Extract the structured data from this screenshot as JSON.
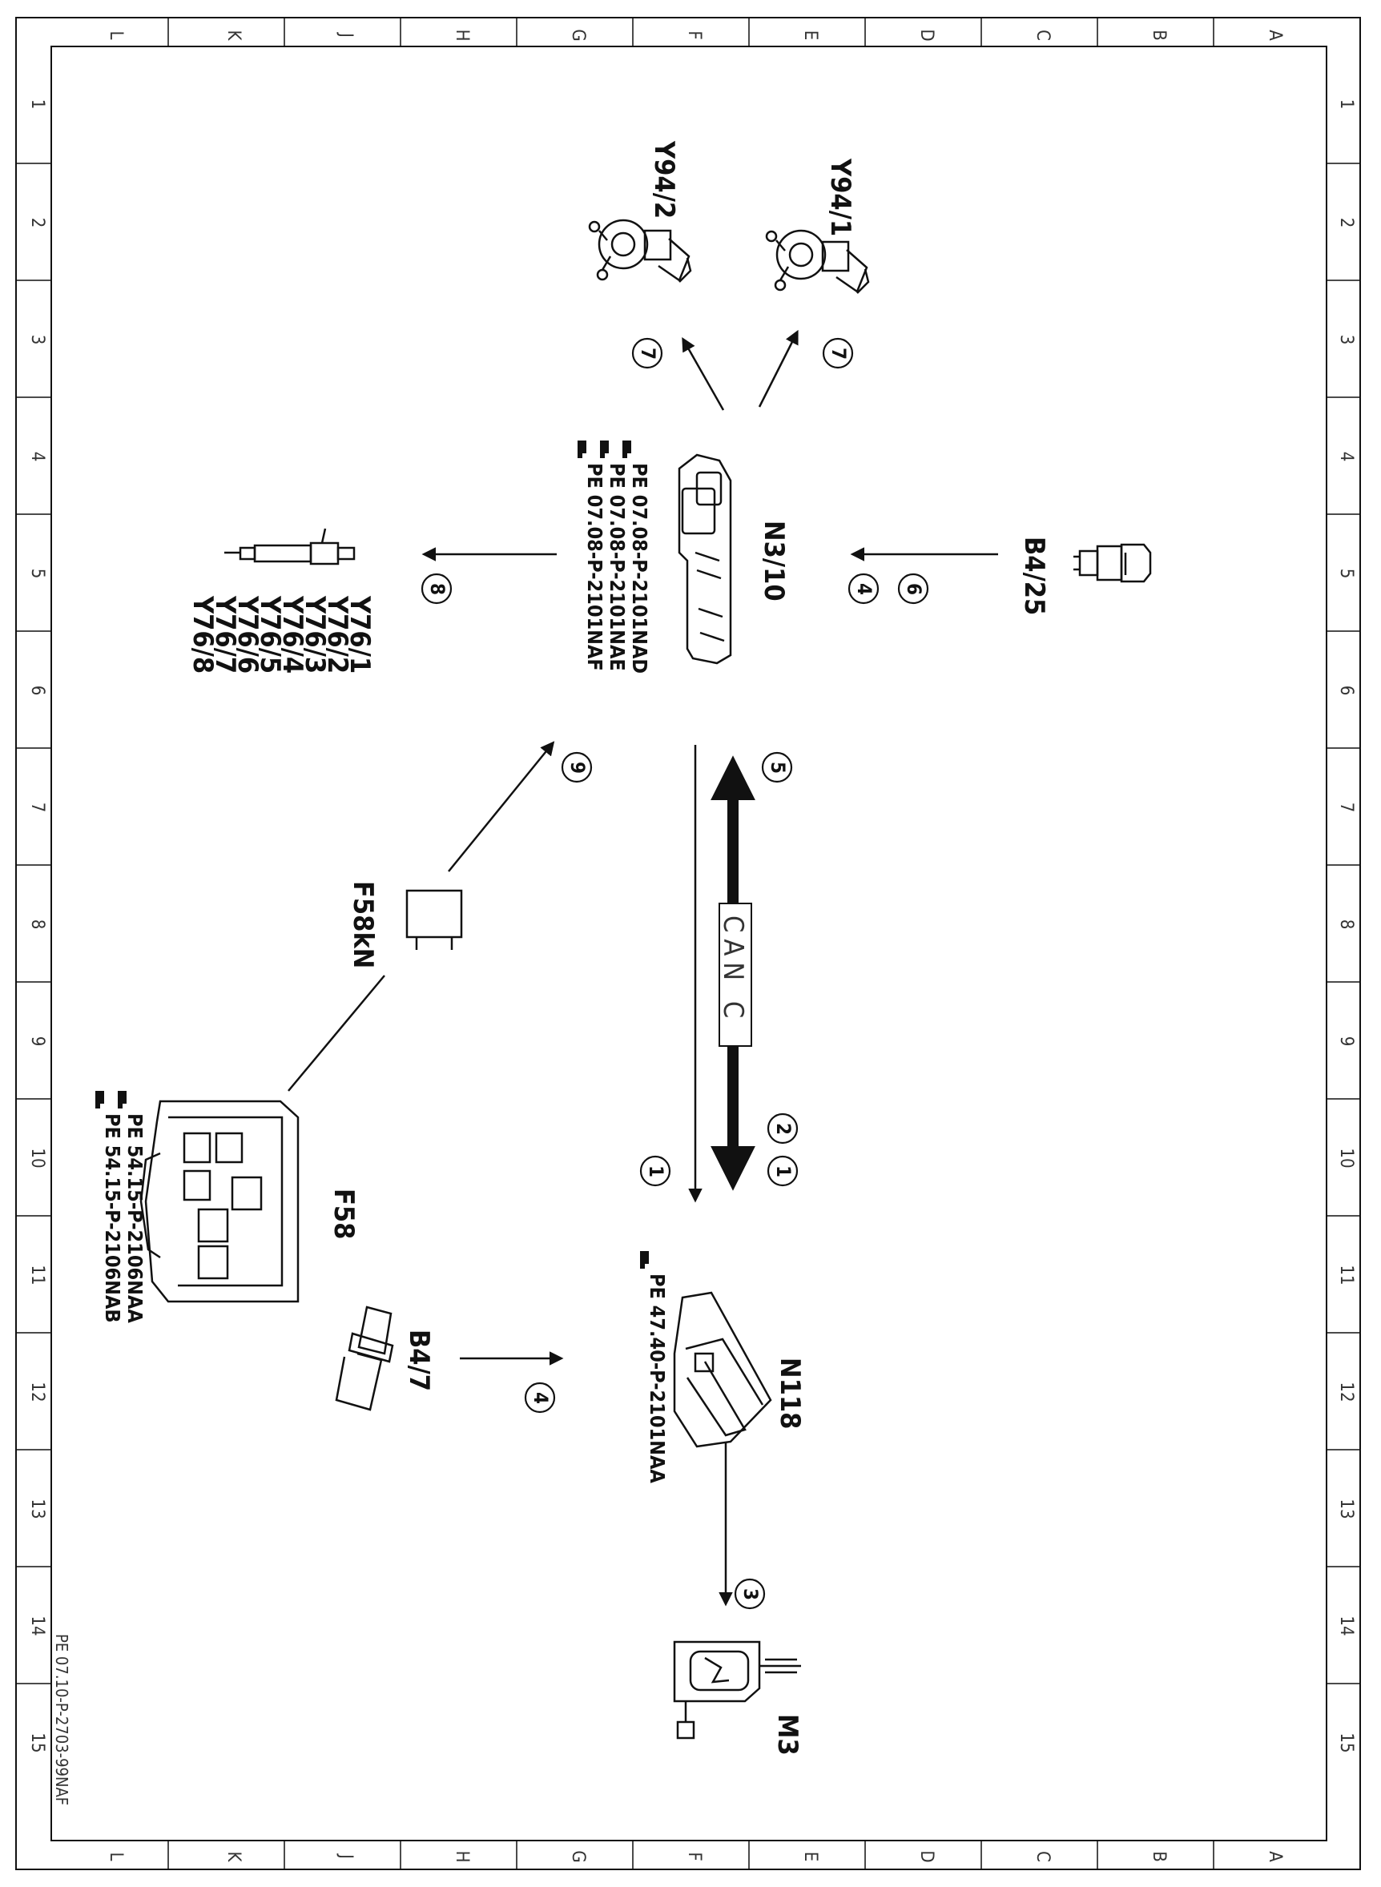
{
  "grid": {
    "columns": [
      "L",
      "K",
      "J",
      "H",
      "G",
      "F",
      "E",
      "D",
      "C",
      "B",
      "A"
    ],
    "rows": [
      "1",
      "2",
      "3",
      "4",
      "5",
      "6",
      "7",
      "8",
      "9",
      "10",
      "11",
      "12",
      "13",
      "14",
      "15"
    ]
  },
  "components": {
    "y94_1": "Y94/1",
    "y94_2": "Y94/2",
    "b4_25": "B4/25",
    "n3_10": "N3/10",
    "y76": [
      "Y76/1",
      "Y76/2",
      "Y76/3",
      "Y76/4",
      "Y76/5",
      "Y76/6",
      "Y76/7",
      "Y76/8"
    ],
    "f58kn": "F58kN",
    "f58": "F58",
    "b4_7": "B4/7",
    "n118": "N118",
    "m3": "M3"
  },
  "references": {
    "n3_10": [
      "PE 07.08-P-2101NAD",
      "PE 07.08-P-2101NAE",
      "PE 07.08-P-2101NAF"
    ],
    "f58": [
      "PE 54.15-P-2106NAA",
      "PE 54.15-P-2106NAB"
    ],
    "n118": [
      "PE 47.40-P-2101NAA"
    ]
  },
  "signals": {
    "y94_1": "7",
    "y94_2": "7",
    "b4_25_a": "6",
    "b4_25_b": "4",
    "y76": "8",
    "f58kn": "9",
    "can_up": "5",
    "can_down_a": "2",
    "can_down_b": "1",
    "n118_in": "1",
    "b4_7": "4",
    "m3": "3"
  },
  "bus_label": "CAN C",
  "footer": "PE 07.10-P-2703-99NAF"
}
